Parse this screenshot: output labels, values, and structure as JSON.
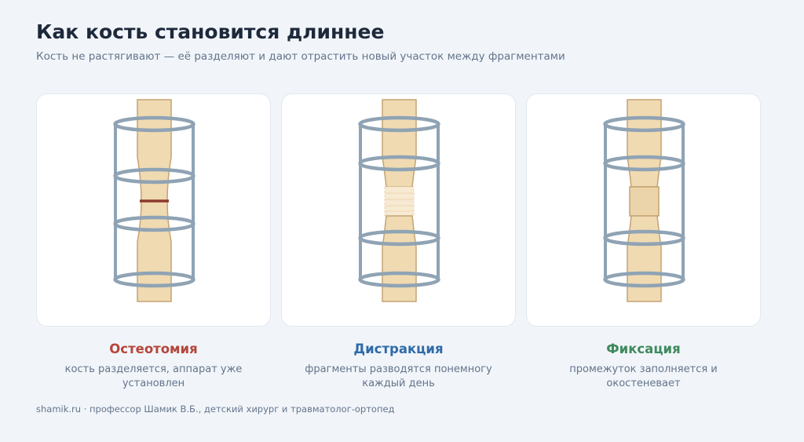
{
  "header": {
    "title": "Как кость становится длиннее",
    "subtitle": "Кость не растягивают — её разделяют и дают отрастить новый участок между фрагментами"
  },
  "stages": [
    {
      "title": "Остеотомия",
      "desc": "кость разделяется, аппарат уже установлен",
      "color": "#b5463c",
      "illustration": "bone-with-cut-line-in-ring-frame"
    },
    {
      "title": "Дистракция",
      "desc": "фрагменты разводятся понемногу каждый день",
      "color": "#2f6aa8",
      "illustration": "bone-fragments-separated-with-regenerate-in-ring-frame"
    },
    {
      "title": "Фиксация",
      "desc": "промежуток заполняется и окостеневает",
      "color": "#3f8a5e",
      "illustration": "bone-with-ossified-segment-in-ring-frame"
    }
  ],
  "colors": {
    "bone_fill": "#f0dab1",
    "bone_stroke": "#c4a373",
    "frame": "#8fa3b4",
    "cut": "#8b3a2e",
    "regenerate": "#f7ead3"
  },
  "footer": "shamik.ru · профессор Шамик В.Б., детский хирург и травматолог-ортопед"
}
